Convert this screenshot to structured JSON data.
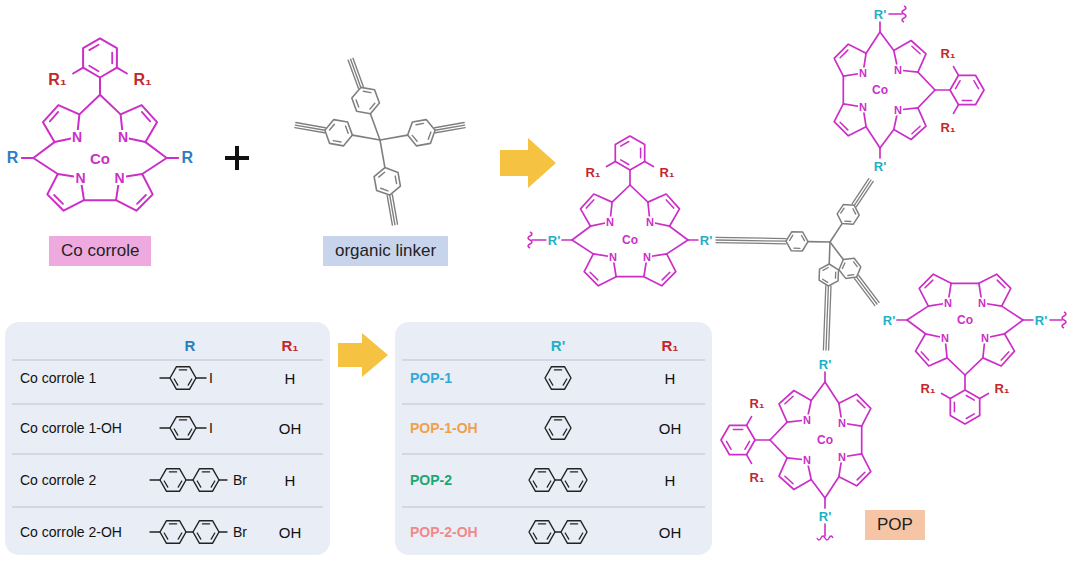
{
  "diagram": {
    "nodes": [
      {
        "text": [
          "Co corrole"
        ]
      },
      {
        "text": [
          "organic linker"
        ]
      },
      {
        "text": [
          "POP"
        ]
      }
    ],
    "labels": [
      "R₁",
      "R₁",
      "R",
      "R",
      "N",
      "N",
      "N",
      "N",
      "Co",
      "R₁",
      "R₁",
      "R'",
      "R'",
      "N",
      "N",
      "N",
      "N",
      "Co",
      "R₁",
      "R₁",
      "R'",
      "R'",
      "N",
      "N",
      "N",
      "N",
      "Co",
      "R₁",
      "R₁",
      "R'",
      "R'",
      "N",
      "N",
      "N",
      "N",
      "Co",
      "R₁",
      "R₁",
      "R'",
      "R'",
      "N",
      "N",
      "N",
      "N",
      "Co",
      "R",
      "R₁",
      "Co corrole 1",
      "I",
      "H",
      "Co corrole 1-OH",
      "I",
      "OH",
      "Co corrole 2",
      "Br",
      "H",
      "Co corrole 2-OH",
      "Br",
      "OH",
      "R'",
      "R₁",
      "POP-1",
      "H",
      "POP-1-OH",
      "OH",
      "POP-2",
      "H",
      "POP-2-OH",
      "OH"
    ]
  }
}
